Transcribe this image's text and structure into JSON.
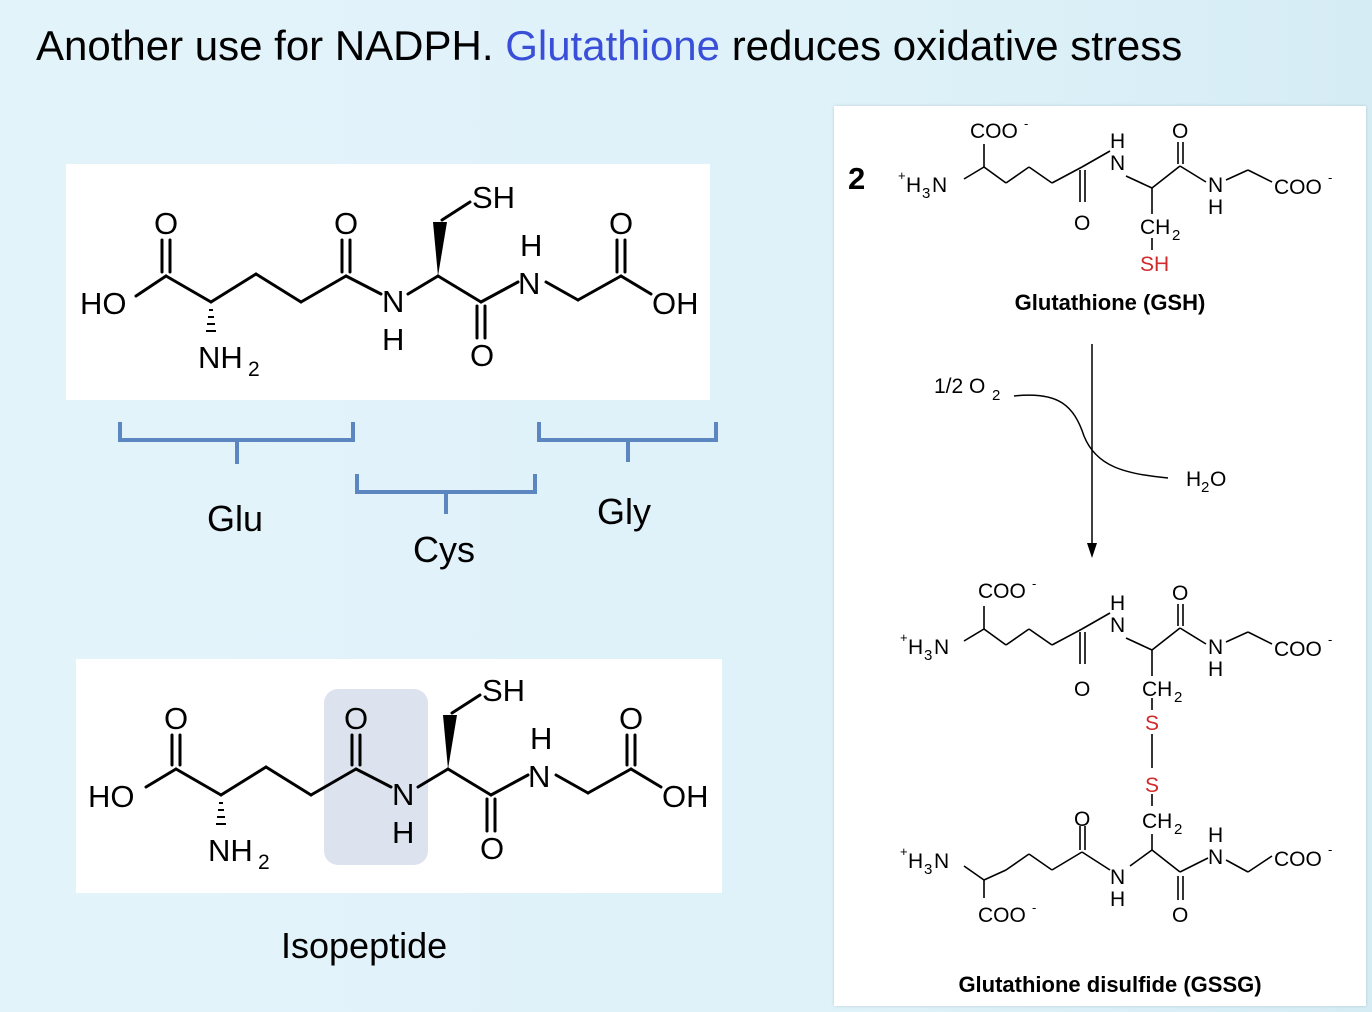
{
  "title": {
    "prefix": "Another use for NADPH.  ",
    "highlight": "Glutathione",
    "suffix": " reduces oxidative stress",
    "highlight_color": "#3a4fd8"
  },
  "gsh_structure": {
    "atoms": {
      "ho": "HO",
      "o1": "O",
      "nh2": "NH",
      "nh2_sub": "2",
      "o2": "O",
      "n1": "N",
      "h1": "H",
      "sh": "SH",
      "o3": "O",
      "h2": "H",
      "n2": "N",
      "o4": "O",
      "oh": "OH"
    }
  },
  "residue_labels": {
    "glu": "Glu",
    "cys": "Cys",
    "gly": "Gly"
  },
  "bracket_color": "#5b86bf",
  "iso_structure": {
    "atoms": {
      "ho": "HO",
      "o1": "O",
      "nh2": "NH",
      "nh2_sub": "2",
      "o2": "O",
      "n1": "N",
      "h1": "H",
      "sh": "SH",
      "o3": "O",
      "h2": "H",
      "n2": "N",
      "o4": "O",
      "oh": "OH"
    },
    "highlight_color": "#dde3ee",
    "label": "Isopeptide"
  },
  "reaction": {
    "coefficient": "2",
    "gsh": {
      "coo_top": "COO",
      "minus": "-",
      "h3n": "H",
      "h3n_sub": "3",
      "h3n_n": "N",
      "plus": "+",
      "nh_h": "H",
      "nh_n": "N",
      "o_top": "O",
      "n_right": "N",
      "h_right": "H",
      "coo_right": "COO",
      "o_bottom": "O",
      "ch2": "CH",
      "ch2_sub": "2",
      "sh": "SH",
      "name": "Glutathione (GSH)"
    },
    "reagent": "1/2 O",
    "reagent_sub": "2",
    "product_side": "H",
    "product_side_sub": "2",
    "product_side_o": "O",
    "gssg": {
      "top": {
        "coo": "COO",
        "plus": "+",
        "h3n": "H",
        "h3n_sub": "3",
        "h3n_n": "N",
        "nh_h": "H",
        "nh_n": "N",
        "o_top": "O",
        "n_right": "N",
        "h_right": "H",
        "coo_right": "COO",
        "o_bottom": "O",
        "ch2": "CH",
        "ch2_sub": "2",
        "s": "S"
      },
      "bottom": {
        "s": "S",
        "ch2": "CH",
        "ch2_sub": "2",
        "o_top": "O",
        "h_right": "H",
        "n_right": "N",
        "coo_right": "COO",
        "h3n": "H",
        "h3n_sub": "3",
        "h3n_n": "N",
        "plus": "+",
        "nh_n": "N",
        "nh_h": "H",
        "o_bottom": "O",
        "coo": "COO"
      },
      "minus": "-",
      "name": "Glutathione disulfide (GSSG)"
    },
    "red_color": "#d12a2a"
  }
}
